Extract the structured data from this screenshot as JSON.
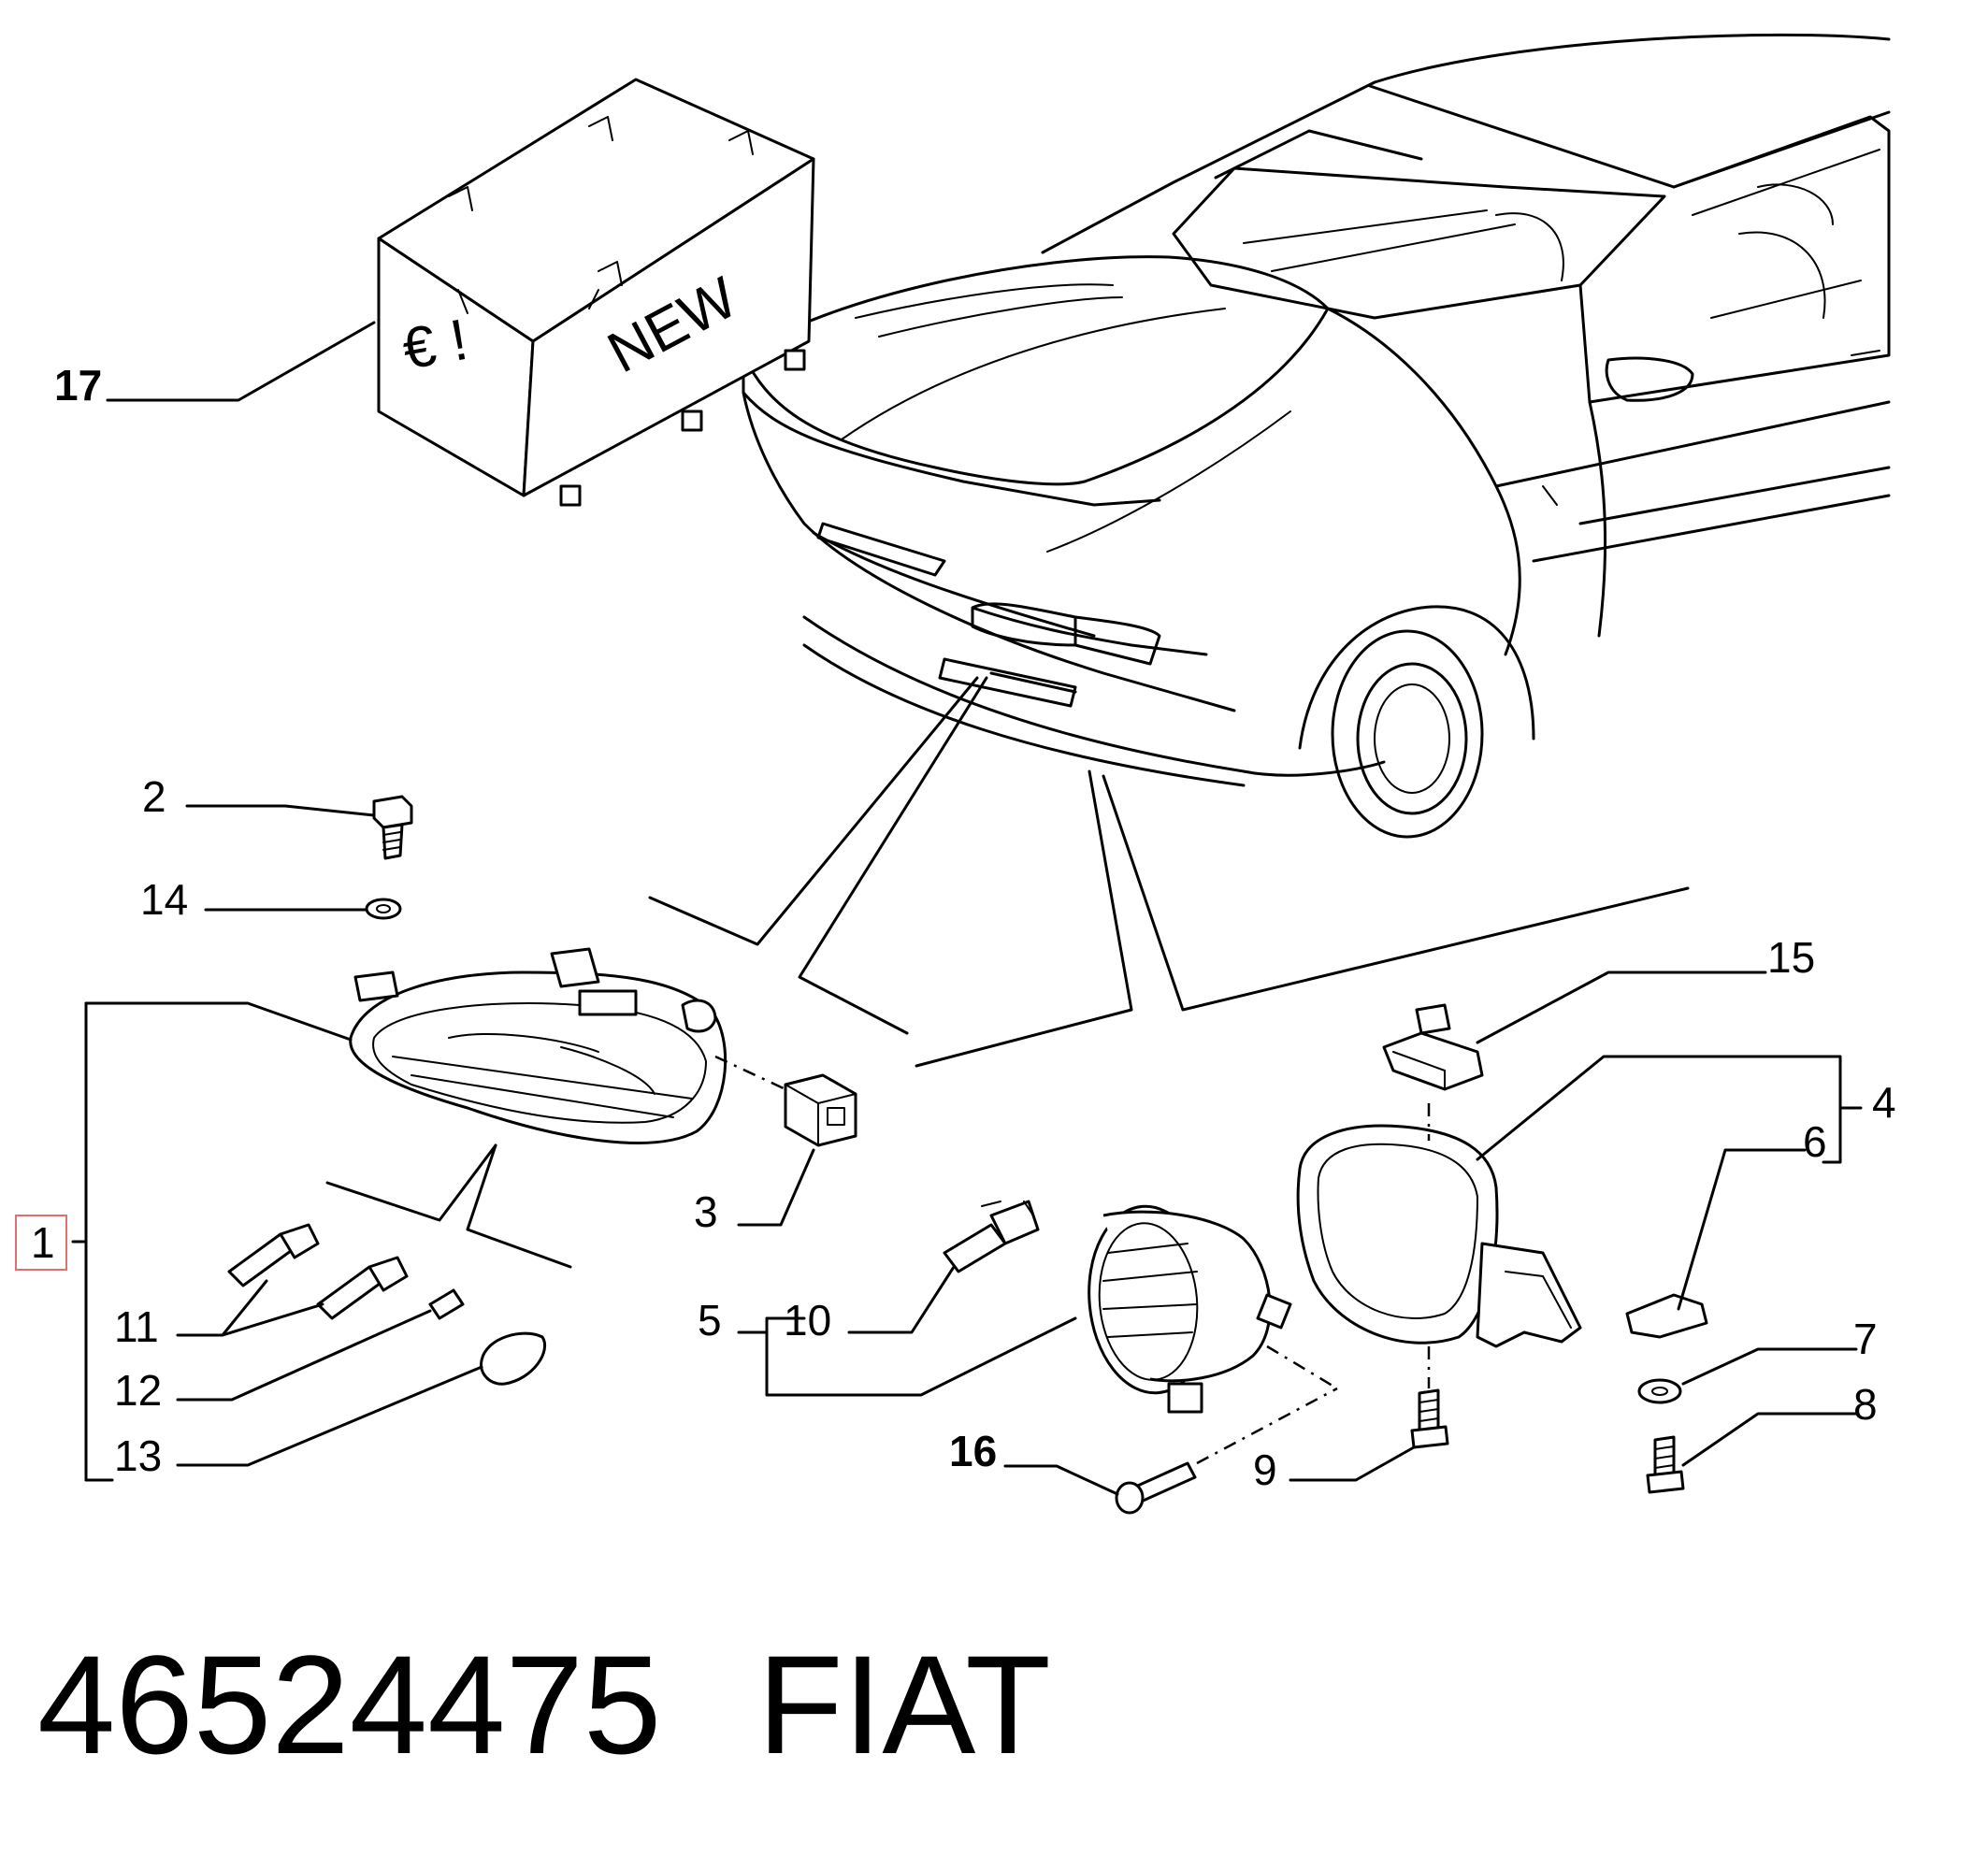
{
  "diagram": {
    "caption": {
      "part_number": "46524475",
      "brand": "FIAT"
    },
    "box_marks": {
      "euro": "€ !",
      "new": "NEW"
    },
    "callouts": [
      {
        "id": "1",
        "label": "1",
        "highlighted": true,
        "highlight_color": "#e07070"
      },
      {
        "id": "2",
        "label": "2"
      },
      {
        "id": "3",
        "label": "3"
      },
      {
        "id": "4",
        "label": "4"
      },
      {
        "id": "5",
        "label": "5"
      },
      {
        "id": "6",
        "label": "6"
      },
      {
        "id": "7",
        "label": "7"
      },
      {
        "id": "8",
        "label": "8"
      },
      {
        "id": "9",
        "label": "9"
      },
      {
        "id": "10",
        "label": "10"
      },
      {
        "id": "11",
        "label": "11"
      },
      {
        "id": "12",
        "label": "12"
      },
      {
        "id": "13",
        "label": "13"
      },
      {
        "id": "14",
        "label": "14"
      },
      {
        "id": "15",
        "label": "15"
      },
      {
        "id": "16",
        "label": "16"
      },
      {
        "id": "17",
        "label": "17"
      }
    ]
  }
}
